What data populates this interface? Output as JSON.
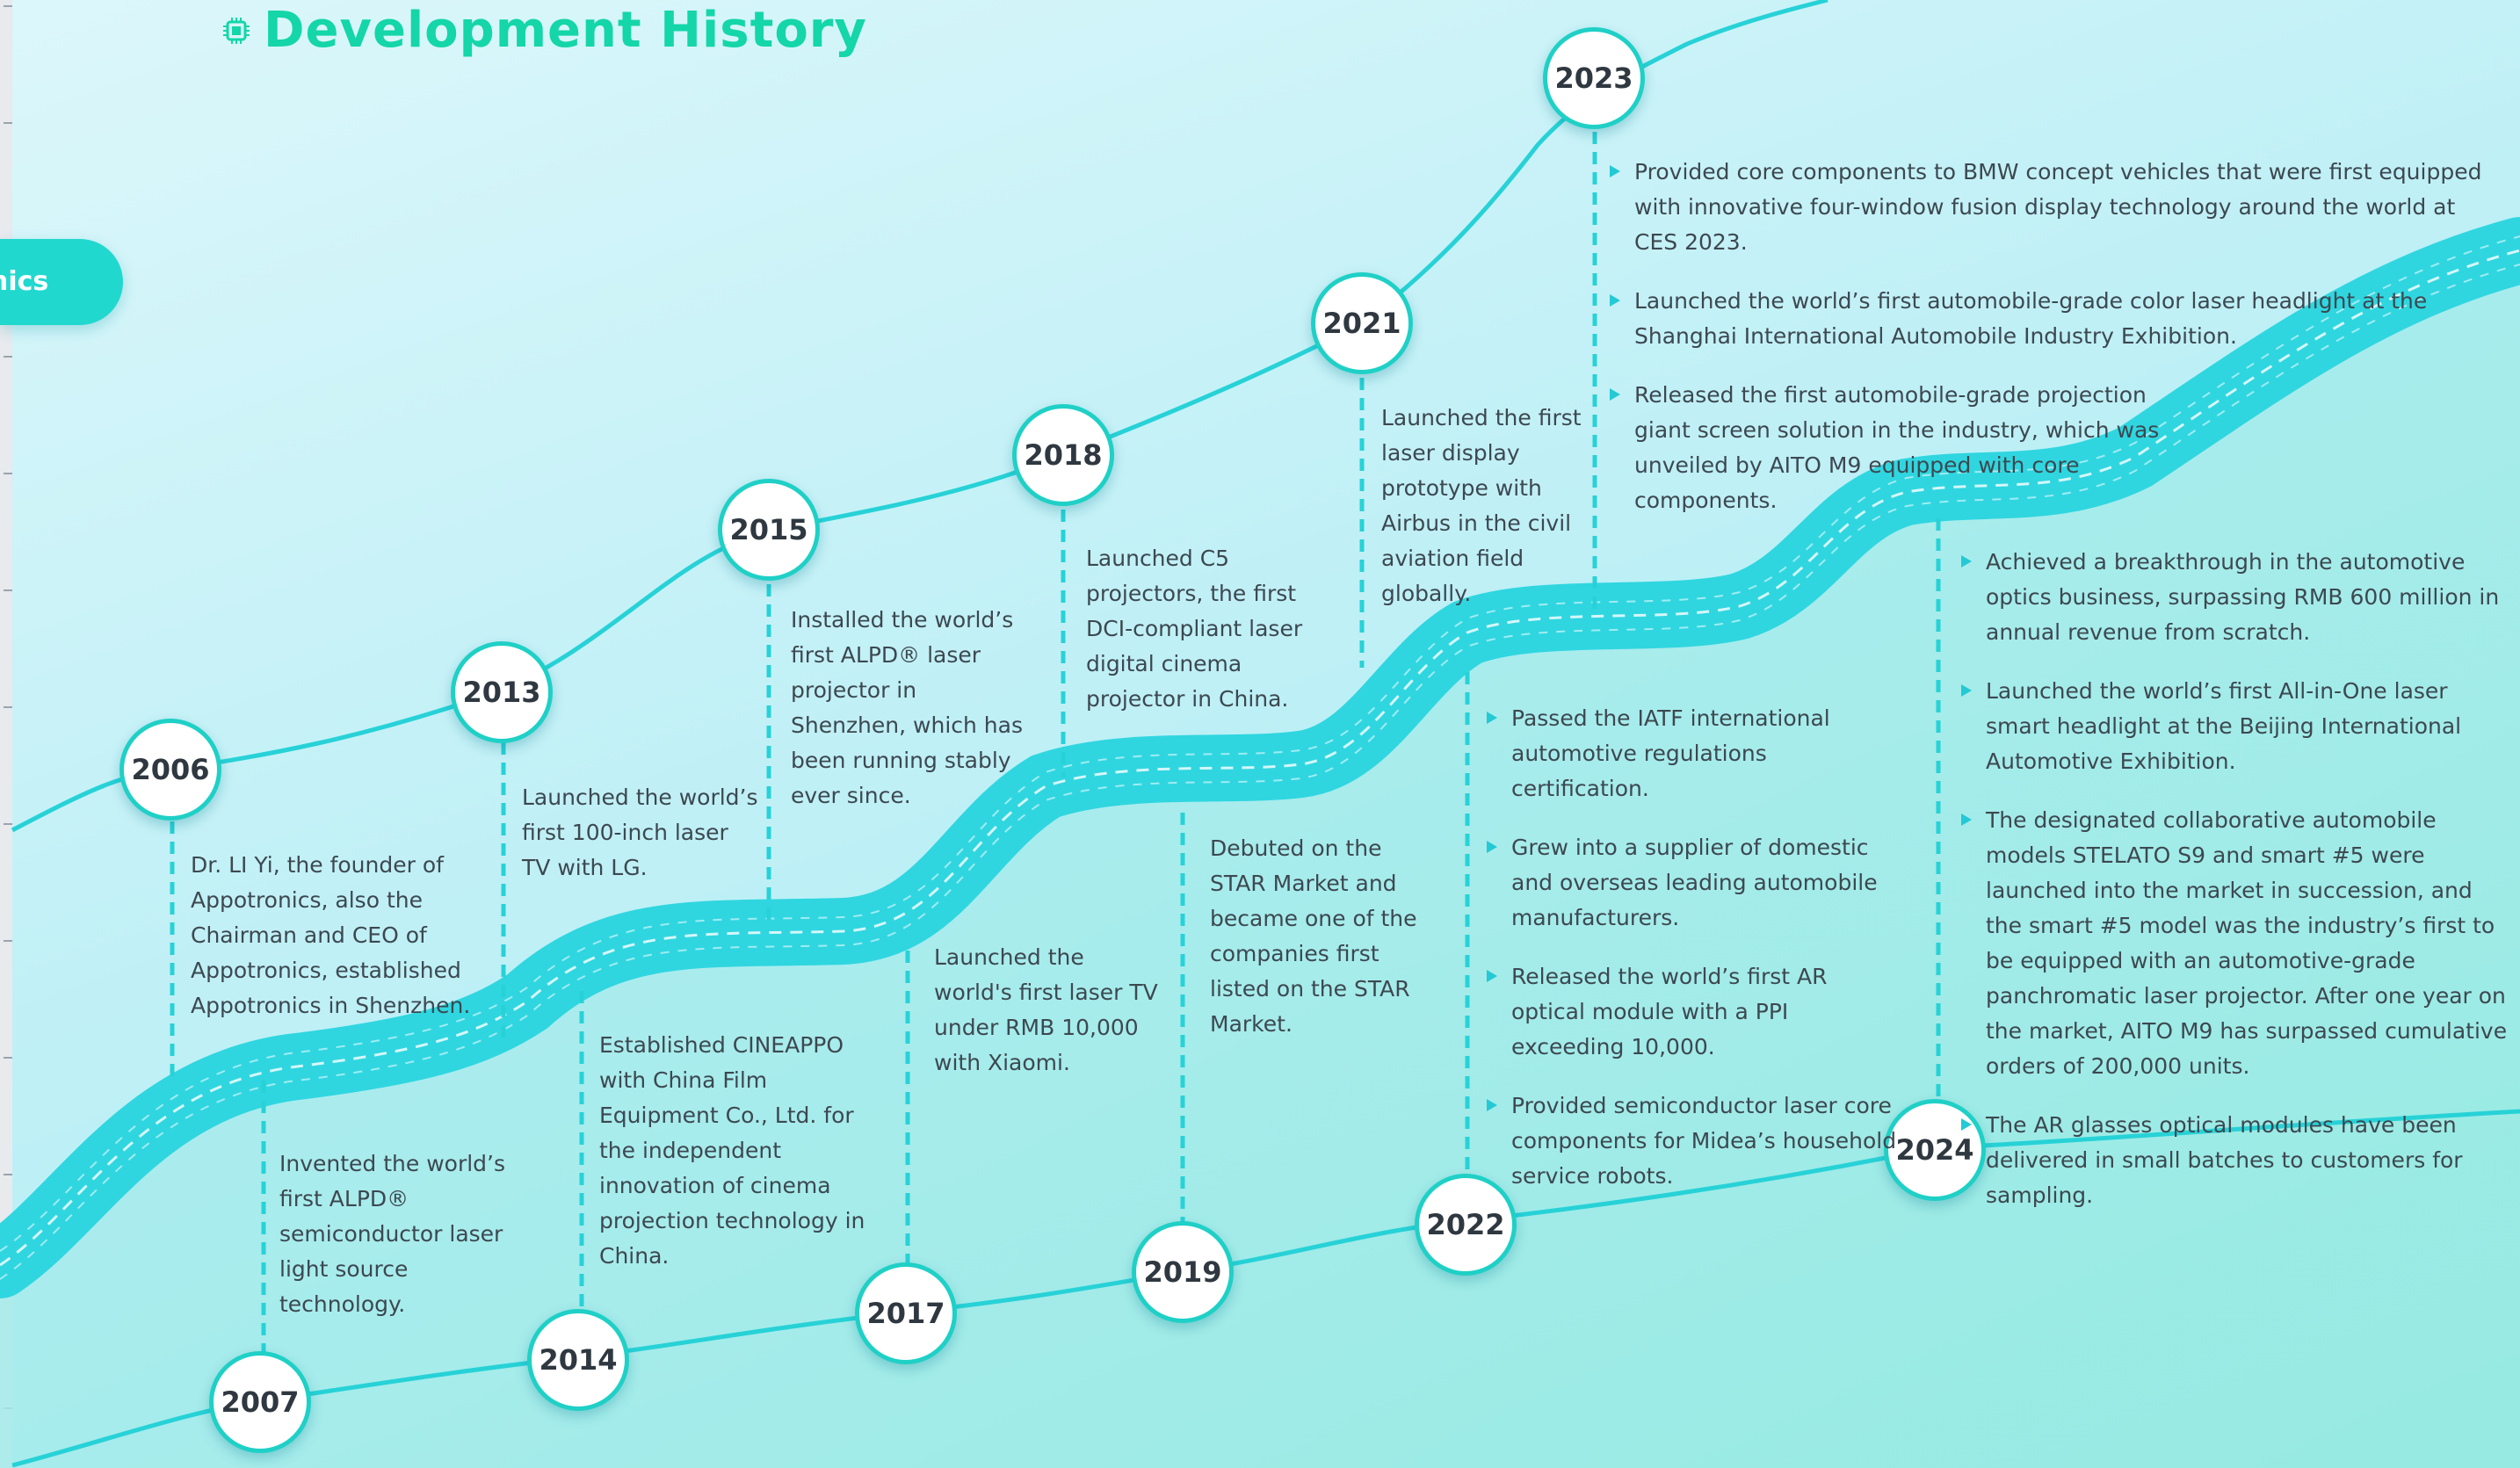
{
  "header": {
    "title": "Development History",
    "side_tab_label": "nics"
  },
  "colors": {
    "accent_green": "#14d6a8",
    "road_teal": "#2fd6e0",
    "line_teal": "#1fd0c6",
    "bullet": "#23c9d4",
    "text": "#3d4850"
  },
  "timeline": {
    "y2006": {
      "year": "2006",
      "text": "Dr. LI Yi, the founder of Appotronics, also the Chairman and CEO of Appotronics, established Appotronics in Shenzhen."
    },
    "y2007": {
      "year": "2007",
      "text": "Invented the world’s first ALPD® semiconductor laser light source technology."
    },
    "y2013": {
      "year": "2013",
      "text": "Launched the world’s first 100-inch laser TV with LG."
    },
    "y2014": {
      "year": "2014",
      "text": "Established CINEAPPO with China Film Equipment Co., Ltd. for the independent innovation of cinema projection technology in China."
    },
    "y2015": {
      "year": "2015",
      "text": "Installed the world’s first ALPD® laser projector in Shenzhen, which has been running stably ever since."
    },
    "y2017": {
      "year": "2017",
      "text": "Launched the world's first laser TV under RMB 10,000 with Xiaomi."
    },
    "y2018": {
      "year": "2018",
      "text": "Launched C5 projectors, the first DCI-compliant laser digital cinema projector in China."
    },
    "y2019": {
      "year": "2019",
      "text": "Debuted on the STAR Market and became one of the companies first listed on the STAR Market."
    },
    "y2021": {
      "year": "2021",
      "text": "Launched the first laser display prototype with Airbus in the civil aviation field globally."
    },
    "y2022": {
      "year": "2022",
      "items": [
        "Passed the IATF international automotive regulations certification.",
        "Grew into a supplier of domestic and overseas leading automobile manufacturers.",
        "Released the world’s first AR optical module with a PPI exceeding 10,000.",
        "Provided semiconductor laser core components for Midea’s household service robots."
      ]
    },
    "y2023": {
      "year": "2023",
      "items": [
        "Provided core components to BMW concept vehicles that were first equipped with innovative four-window fusion display technology around the world at CES 2023.",
        "Launched the world’s first automobile-grade color laser headlight at the Shanghai International Automobile Industry Exhibition.",
        "Released the first automobile-grade projection giant screen solution in the industry, which was unveiled by AITO M9 equipped with core components."
      ]
    },
    "y2024": {
      "year": "2024",
      "items": [
        "Achieved a breakthrough in the automotive optics business, surpassing RMB 600 million in annual revenue from scratch.",
        "Launched the world’s first All-in-One laser smart headlight at the Beijing International Automotive Exhibition.",
        "The designated collaborative automobile models STELATO S9 and smart #5 were launched into the market in succession, and the smart #5 model was the industry’s first to be equipped with an automotive-grade panchromatic laser projector. After one year on the market, AITO M9 has surpassed cumulative orders of 200,000 units.",
        "The AR glasses optical modules have been delivered in small batches to customers for sampling."
      ]
    }
  }
}
